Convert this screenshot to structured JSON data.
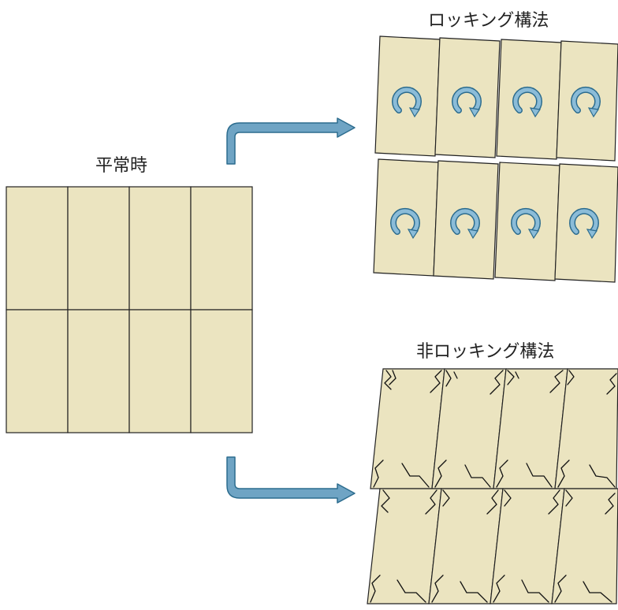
{
  "labels": {
    "normal": "平常時",
    "rocking": "ロッキング構法",
    "non_rocking": "非ロッキング構法"
  },
  "colors": {
    "panel_fill": "#ebe4c0",
    "panel_stroke": "#222222",
    "arrow_fill": "#6fa4c4",
    "arrow_stroke": "#2c6c8e"
  },
  "icons": {
    "rotation": "rotation-arrow-icon",
    "flow": "bent-arrow-icon",
    "crack": "crack-icon"
  }
}
